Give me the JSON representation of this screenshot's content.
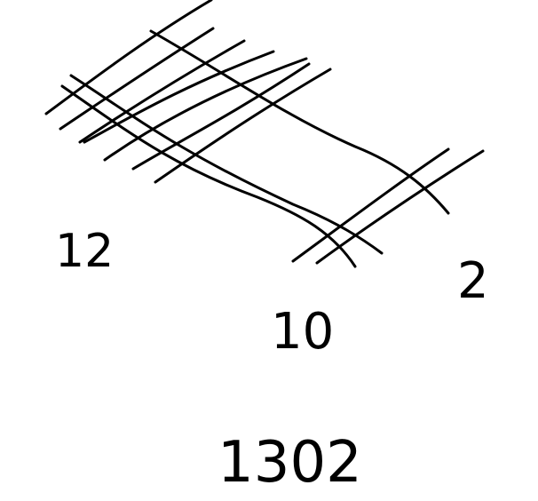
{
  "diagram": {
    "method": "line-multiplication",
    "factors": [
      "12",
      "10",
      "2"
    ],
    "result": "1302",
    "ink_color": "#000000",
    "background_color": "#ffffff",
    "line_groups": [
      {
        "name": "upper-left-diagonal-lines",
        "count": 7
      },
      {
        "name": "lower-left-crossing-lines",
        "count": 3
      },
      {
        "name": "right-diagonal-lines",
        "count": 2
      }
    ]
  }
}
